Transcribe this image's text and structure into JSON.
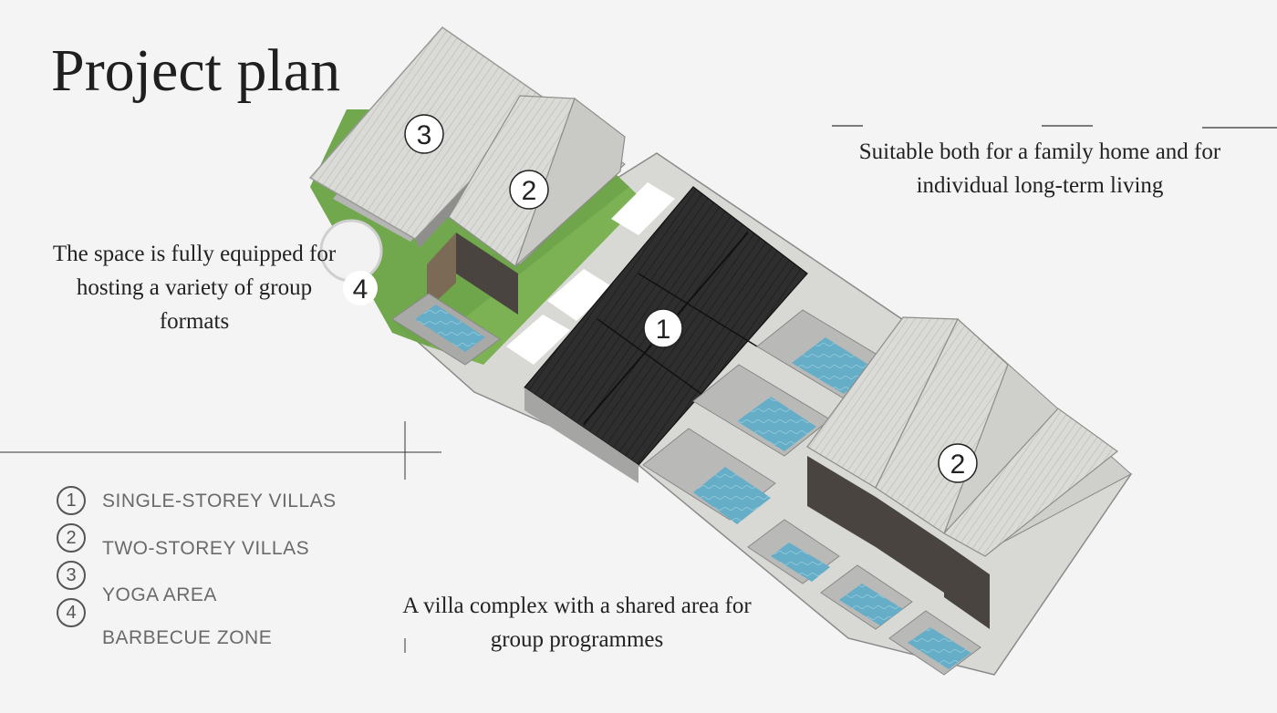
{
  "title": "Project plan",
  "captions": {
    "top_right": "Suitable both for a family home and for individual long-term living",
    "left": "The space is fully equipped for hosting a variety of group formats",
    "bottom": "A villa complex with a shared area for group programmes"
  },
  "map_markers": {
    "m1": "1",
    "m2a": "2",
    "m2b": "2",
    "m3": "3",
    "m4": "4"
  },
  "legend": [
    {
      "num": "1",
      "label": "SINGLE-STOREY VILLAS"
    },
    {
      "num": "2",
      "label": "TWO-STOREY VILLAS"
    },
    {
      "num": "3",
      "label": "YOGA AREA"
    },
    {
      "num": "4",
      "label": "BARBECUE ZONE"
    }
  ],
  "colors": {
    "background": "#f4f4f4",
    "lawn": "#6aa343",
    "pool": "#5fa8c4",
    "dark_roof": "#2b2b2b",
    "light_roof": "#d9d9d6"
  }
}
